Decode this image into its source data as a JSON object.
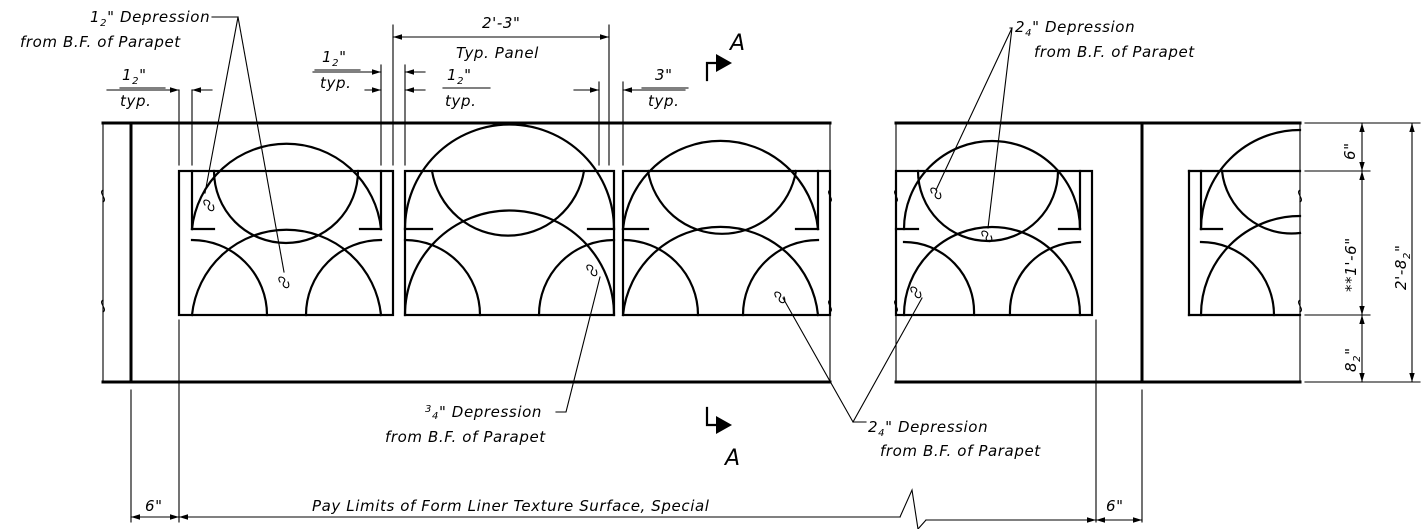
{
  "notes": {
    "depression_half_parapet": {
      "value": "1",
      "frac": "2",
      "text": "\" Depression",
      "line2": "from B.F. of Parapet"
    },
    "depression_quarter_parapet_top": {
      "value": "2",
      "frac": "4",
      "text": "\" Depression",
      "line2": "from B.F. of Parapet"
    },
    "depression_three_quarter": {
      "sup": "3",
      "sub": "4",
      "text": "\" Depression",
      "line2": "from B.F. of Parapet"
    },
    "depression_quarter_parapet_bottom": {
      "value": "2",
      "frac": "4",
      "text": "\" Depression",
      "line2": "from B.F. of Parapet"
    }
  },
  "dimensions": {
    "typ_panel": {
      "value": "2'-3\"",
      "label": "Typ. Panel"
    },
    "gap_left": {
      "value": "1",
      "frac": "2",
      "unit": "\"",
      "label": "typ."
    },
    "gap_mid_left": {
      "value": "1",
      "frac": "2",
      "unit": "\"",
      "label": "typ."
    },
    "gap_mid_right": {
      "value": "1",
      "frac": "2",
      "unit": "\"",
      "label": "typ."
    },
    "gap_right": {
      "value": "3\"",
      "label": "typ."
    },
    "right_top": "6\"",
    "right_middle": "**1'-6\"",
    "right_bottom": {
      "value": "8",
      "frac": "2",
      "unit": "\""
    },
    "right_overall": {
      "value": "2'-8",
      "frac": "2",
      "unit": "\""
    },
    "bottom_left": "6\"",
    "bottom_right": "6\"",
    "pay_limits": "Pay Limits of Form Liner Texture Surface, Special"
  },
  "section_marks": {
    "top": "A",
    "bottom": "A"
  }
}
